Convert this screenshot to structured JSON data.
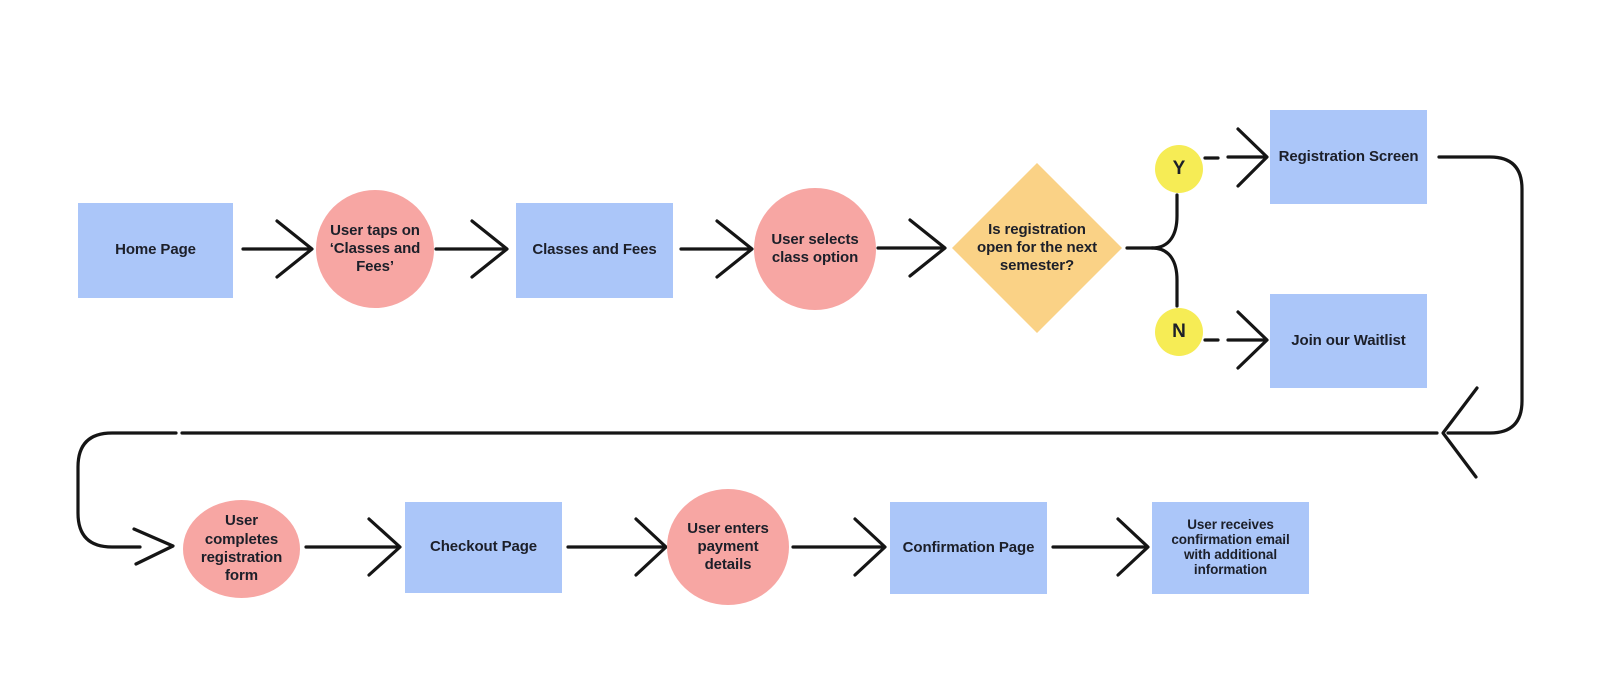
{
  "diagram": {
    "background": "#ffffff",
    "colors": {
      "screen_fill": "#ABC6F9",
      "action_fill": "#F7A6A3",
      "decision_fill": "#FAD286",
      "branch_fill": "#F6EC55",
      "stroke": "#151515",
      "text": "#1c1f29"
    },
    "nodes": {
      "home": {
        "label": "Home Page",
        "shape": "rectangle"
      },
      "taps_classes": {
        "label": "User taps on ‘Classes and Fees’",
        "shape": "circle"
      },
      "classes_fees": {
        "label": "Classes and Fees",
        "shape": "rectangle"
      },
      "selects_class": {
        "label": "User selects class option",
        "shape": "circle"
      },
      "registration_open": {
        "label": "Is registration open for the next semester?",
        "shape": "diamond"
      },
      "branch_yes": {
        "label": "Y",
        "shape": "branch-circle"
      },
      "registration_screen": {
        "label": "Registration Screen",
        "shape": "rectangle"
      },
      "branch_no": {
        "label": "N",
        "shape": "branch-circle"
      },
      "join_waitlist": {
        "label": "Join our Waitlist",
        "shape": "rectangle"
      },
      "completes_form": {
        "label": "User completes registration form",
        "shape": "circle"
      },
      "checkout": {
        "label": "Checkout Page",
        "shape": "rectangle"
      },
      "payment_details": {
        "label": "User enters payment details",
        "shape": "circle"
      },
      "confirmation": {
        "label": "Confirmation Page",
        "shape": "rectangle"
      },
      "confirmation_email": {
        "label": "User receives confirmation email with additional information",
        "shape": "rectangle"
      }
    },
    "edges": [
      {
        "from": "home",
        "to": "taps_classes"
      },
      {
        "from": "taps_classes",
        "to": "classes_fees"
      },
      {
        "from": "classes_fees",
        "to": "selects_class"
      },
      {
        "from": "selects_class",
        "to": "registration_open"
      },
      {
        "from": "registration_open",
        "to": "branch_yes"
      },
      {
        "from": "registration_open",
        "to": "branch_no"
      },
      {
        "from": "branch_yes",
        "to": "registration_screen"
      },
      {
        "from": "branch_no",
        "to": "join_waitlist"
      },
      {
        "from": "registration_screen",
        "to": "completes_form"
      },
      {
        "from": "completes_form",
        "to": "checkout"
      },
      {
        "from": "checkout",
        "to": "payment_details"
      },
      {
        "from": "payment_details",
        "to": "confirmation"
      },
      {
        "from": "confirmation",
        "to": "confirmation_email"
      }
    ]
  }
}
